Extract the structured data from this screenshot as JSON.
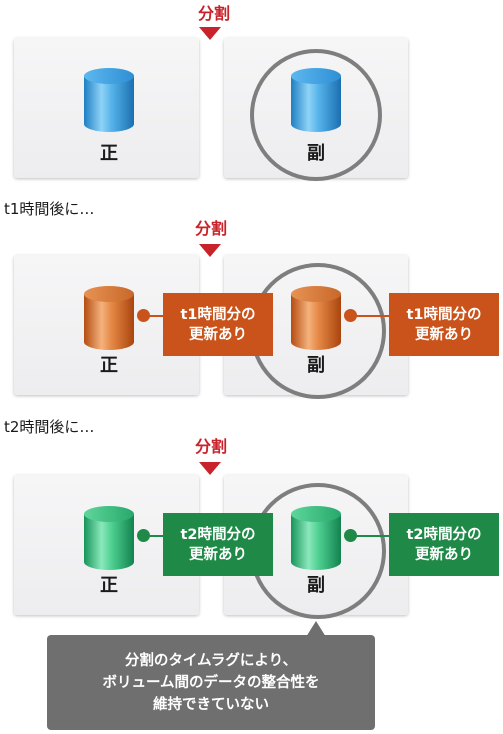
{
  "split_label": "分割",
  "primary_label": "正",
  "secondary_label": "副",
  "after_t1": "t1時間後に…",
  "after_t2": "t2時間後に…",
  "update_t1": "t1時間分の\n更新あり",
  "update_t2": "t2時間分の\n更新あり",
  "callout": "分割のタイムラグにより、\nボリューム間のデータの整合性を\n維持できていない",
  "colors": {
    "accent_red": "#c8222a",
    "blue_db": "#4aa8e0",
    "orange_update": "#c9531a",
    "green_update": "#1f8a47",
    "callout_gray": "#6f6f6f",
    "ring_gray": "#7e7e7e"
  }
}
